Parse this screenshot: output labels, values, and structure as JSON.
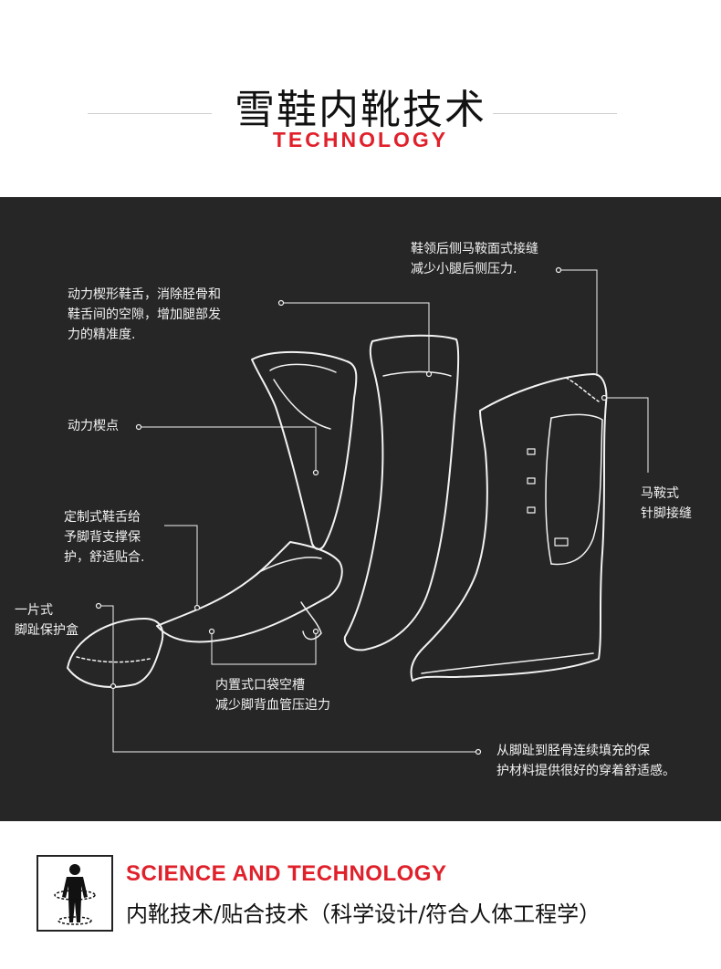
{
  "header": {
    "title_cn": "雪鞋内靴技术",
    "title_en": "TECHNOLOGY"
  },
  "annotations": {
    "collar_seam": [
      "鞋领后侧马鞍面式接缝",
      "减少小腿后侧压力."
    ],
    "wedge_tongue": [
      "动力楔形鞋舌，消除胫骨和",
      "鞋舌间的空隙，增加腿部发",
      "力的精准度."
    ],
    "wedge_point": [
      "动力楔点"
    ],
    "custom_tongue": [
      "定制式鞋舌给",
      "予脚背支撑保",
      "护，舒适贴合."
    ],
    "toe_box": [
      "一片式",
      "脚趾保护盒"
    ],
    "pocket_slot": [
      "内置式口袋空槽",
      "减少脚背血管压迫力"
    ],
    "saddle_stitch": [
      "马鞍式",
      "针脚接缝"
    ],
    "continuous_fill": [
      "从脚趾到胫骨连续填充的保",
      "护材料提供很好的穿着舒适感。"
    ]
  },
  "footer": {
    "title_en": "SCIENCE AND TECHNOLOGY",
    "subtitle_cn": "内靴技术/贴合技术（科学设计/符合人体工程学）",
    "icon": "human-body-fit-icon"
  },
  "colors": {
    "accent_red": "#e0202a",
    "panel_bg": "#262626",
    "line_white": "#f2f2f2"
  }
}
